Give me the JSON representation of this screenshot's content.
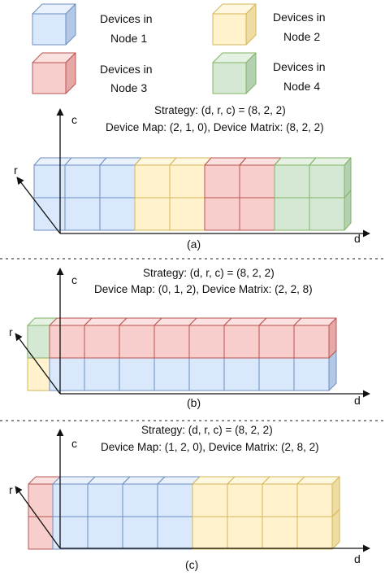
{
  "colors": {
    "blue": {
      "front": "#dae8fc",
      "top": "#e9f1fd",
      "side": "#b3c8e6",
      "stroke": "#6c8ebf"
    },
    "yellow": {
      "front": "#fff2cc",
      "top": "#fff8e0",
      "side": "#eedca3",
      "stroke": "#d6b656"
    },
    "red": {
      "front": "#f8cecc",
      "top": "#fbe1e0",
      "side": "#e5a8a6",
      "stroke": "#b85450"
    },
    "green": {
      "front": "#d5e8d4",
      "top": "#e4f1e3",
      "side": "#b3d0b1",
      "stroke": "#82b366"
    }
  },
  "legend": [
    {
      "color": "blue",
      "line1": "Devices in",
      "line2": "Node 1"
    },
    {
      "color": "yellow",
      "line1": "Devices in",
      "line2": "Node 2"
    },
    {
      "color": "red",
      "line1": "Devices in",
      "line2": "Node 3"
    },
    {
      "color": "green",
      "line1": "Devices in",
      "line2": "Node 4"
    }
  ],
  "axes": {
    "c": "c",
    "r": "r",
    "d": "d"
  },
  "panels": [
    {
      "id": "a",
      "caption": "(a)",
      "strategy": "Strategy: (d, r, c) = (8, 2, 2)",
      "device_map": "Device Map: (2, 1, 0), Device Matrix: (8, 2, 2)",
      "device_matrix": [
        8,
        2,
        2
      ],
      "node_grouping": "d"
    },
    {
      "id": "b",
      "caption": "(b)",
      "strategy": "Strategy: (d, r, c) = (8, 2, 2)",
      "device_map": "Device Map: (0, 1, 2), Device Matrix: (2, 2, 8)",
      "device_matrix": [
        2,
        2,
        8
      ],
      "node_grouping": "c-r"
    },
    {
      "id": "c",
      "caption": "(c)",
      "strategy": "Strategy: (d, r, c) = (8, 2, 2)",
      "device_map": "Device Map: (1, 2, 0), Device Matrix: (2, 8, 2)",
      "device_matrix": [
        2,
        8,
        2
      ],
      "node_grouping": "d-r"
    }
  ]
}
